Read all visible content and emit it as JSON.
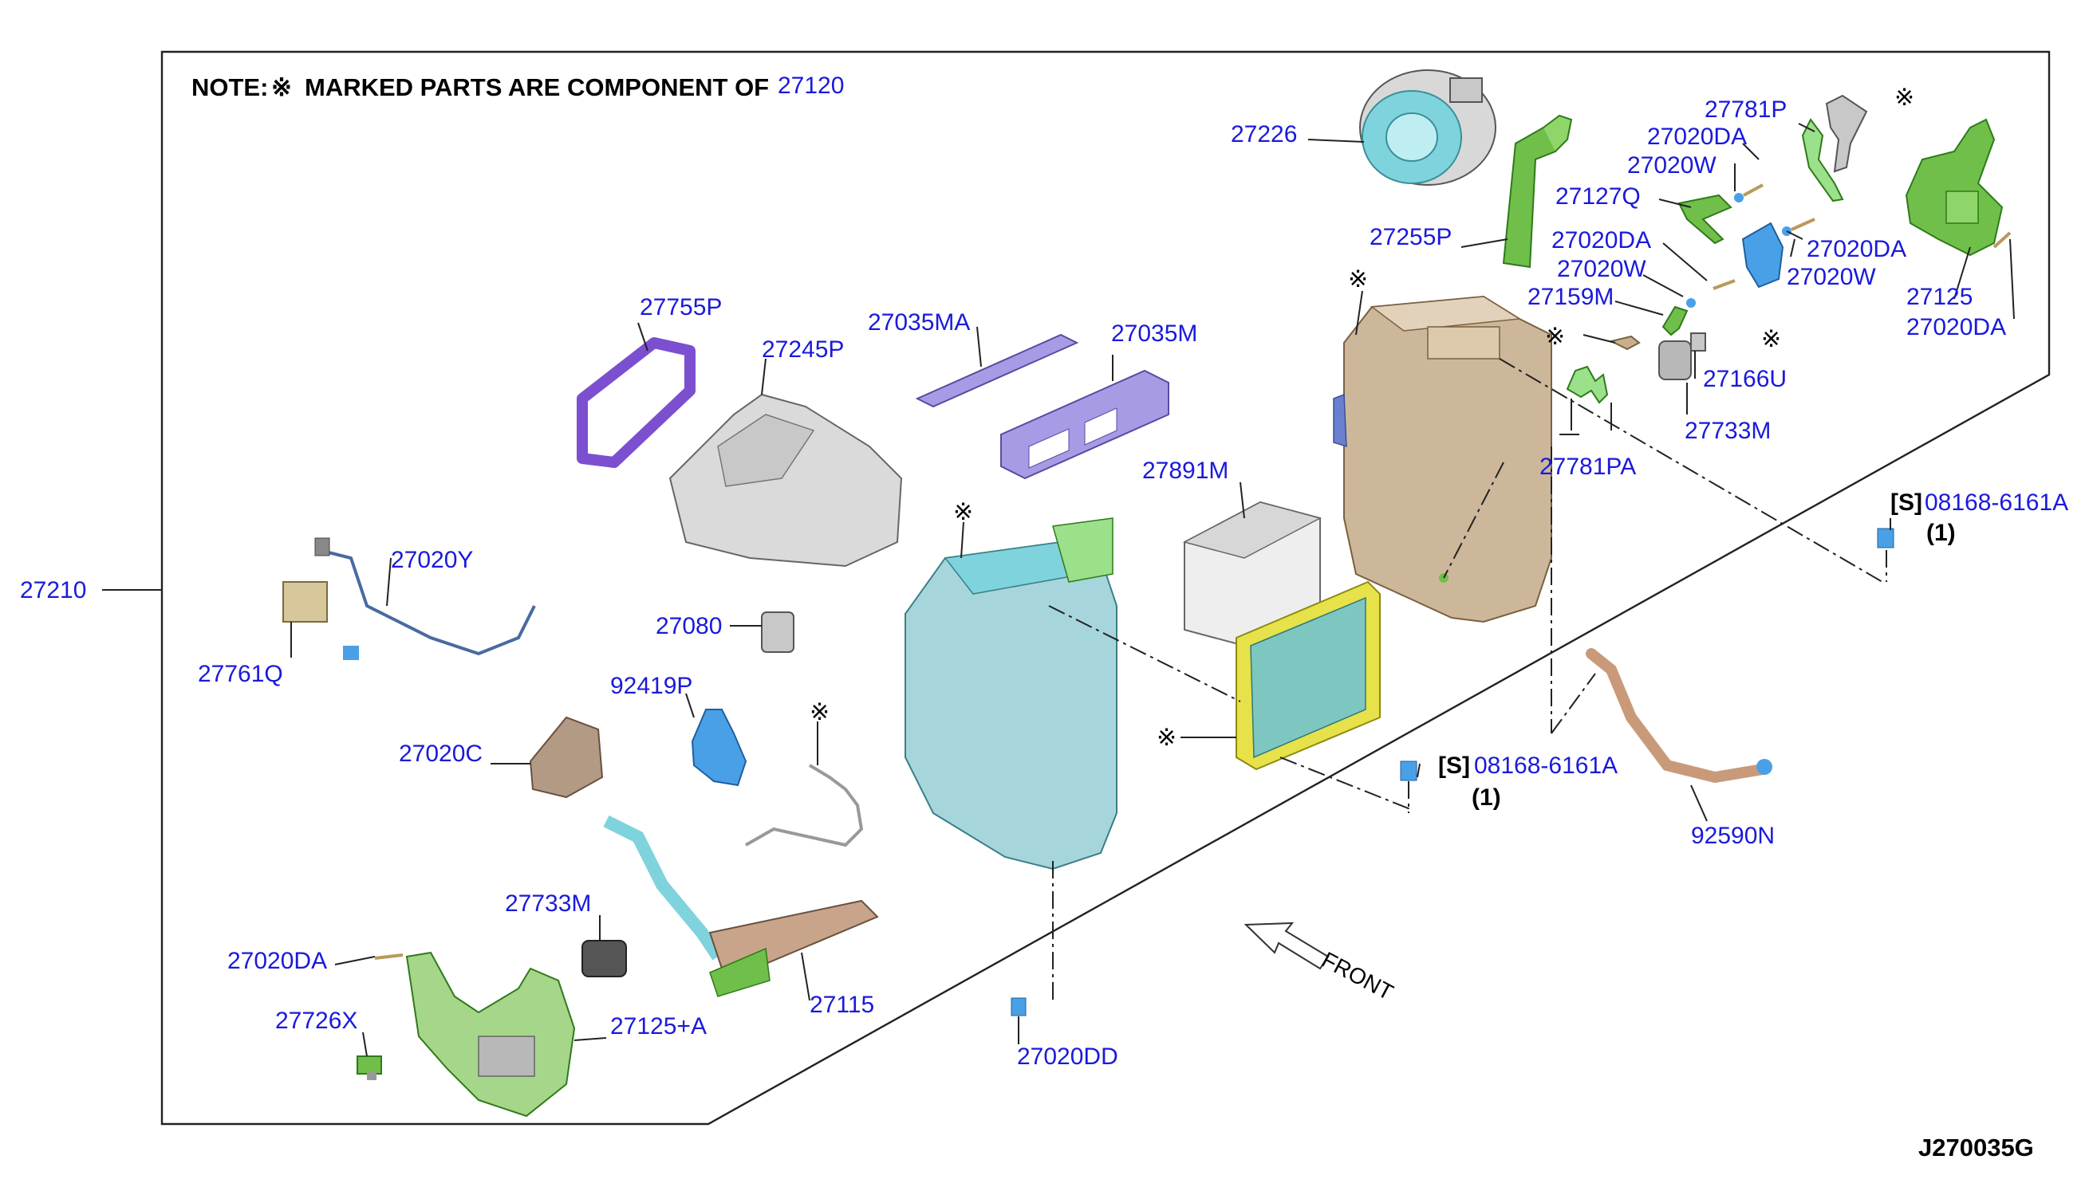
{
  "note": {
    "prefix": "NOTE:",
    "mark": "※",
    "text": "MARKED PARTS ARE COMPONENT OF",
    "ref": "27120"
  },
  "mark_symbol": "※",
  "diagram_code": "J270035G",
  "front_label": "FRONT",
  "screw": {
    "prefix": "[S]",
    "part": "08168-6161A",
    "qty": "(1)"
  },
  "labels": {
    "p27210": "27210",
    "p27226": "27226",
    "p27255P": "27255P",
    "p27781P": "27781P",
    "p27020DA_1": "27020DA",
    "p27020W_1": "27020W",
    "p27127Q": "27127Q",
    "p27020DA_2": "27020DA",
    "p27020DA_3": "27020DA",
    "p27020W_2": "27020W",
    "p27020W_3": "27020W",
    "p27159M": "27159M",
    "p27125": "27125",
    "p27020DA_4": "27020DA",
    "p27166U": "27166U",
    "p27733M_1": "27733M",
    "p27781PA": "27781PA",
    "p27755P": "27755P",
    "p27245P": "27245P",
    "p27035MA": "27035MA",
    "p27035M": "27035M",
    "p27891M": "27891M",
    "p27020Y": "27020Y",
    "p27761Q": "27761Q",
    "p27080": "27080",
    "p92419P": "92419P",
    "p27020C": "27020C",
    "p27733M_2": "27733M",
    "p27020DA_5": "27020DA",
    "p27726X": "27726X",
    "p27125A": "27125+A",
    "p27115": "27115",
    "p27020DD": "27020DD",
    "p92590N": "92590N"
  },
  "part_colors": {
    "blower_blue": "#7fd3dc",
    "housing_tan": "#cdb79a",
    "heater_core_teal": "#7ec6c0",
    "heater_core_frame": "#e7e24a",
    "filter_lavender": "#a89be6",
    "seal_purple": "#7b4fd0",
    "green_parts": "#6fbf4a",
    "blue_parts": "#4aa0e6",
    "evap_housing": "#a6d6dc",
    "grey_parts": "#b8b8b8",
    "hose_copper": "#c99a7a",
    "resistor_brown": "#b39a85"
  }
}
